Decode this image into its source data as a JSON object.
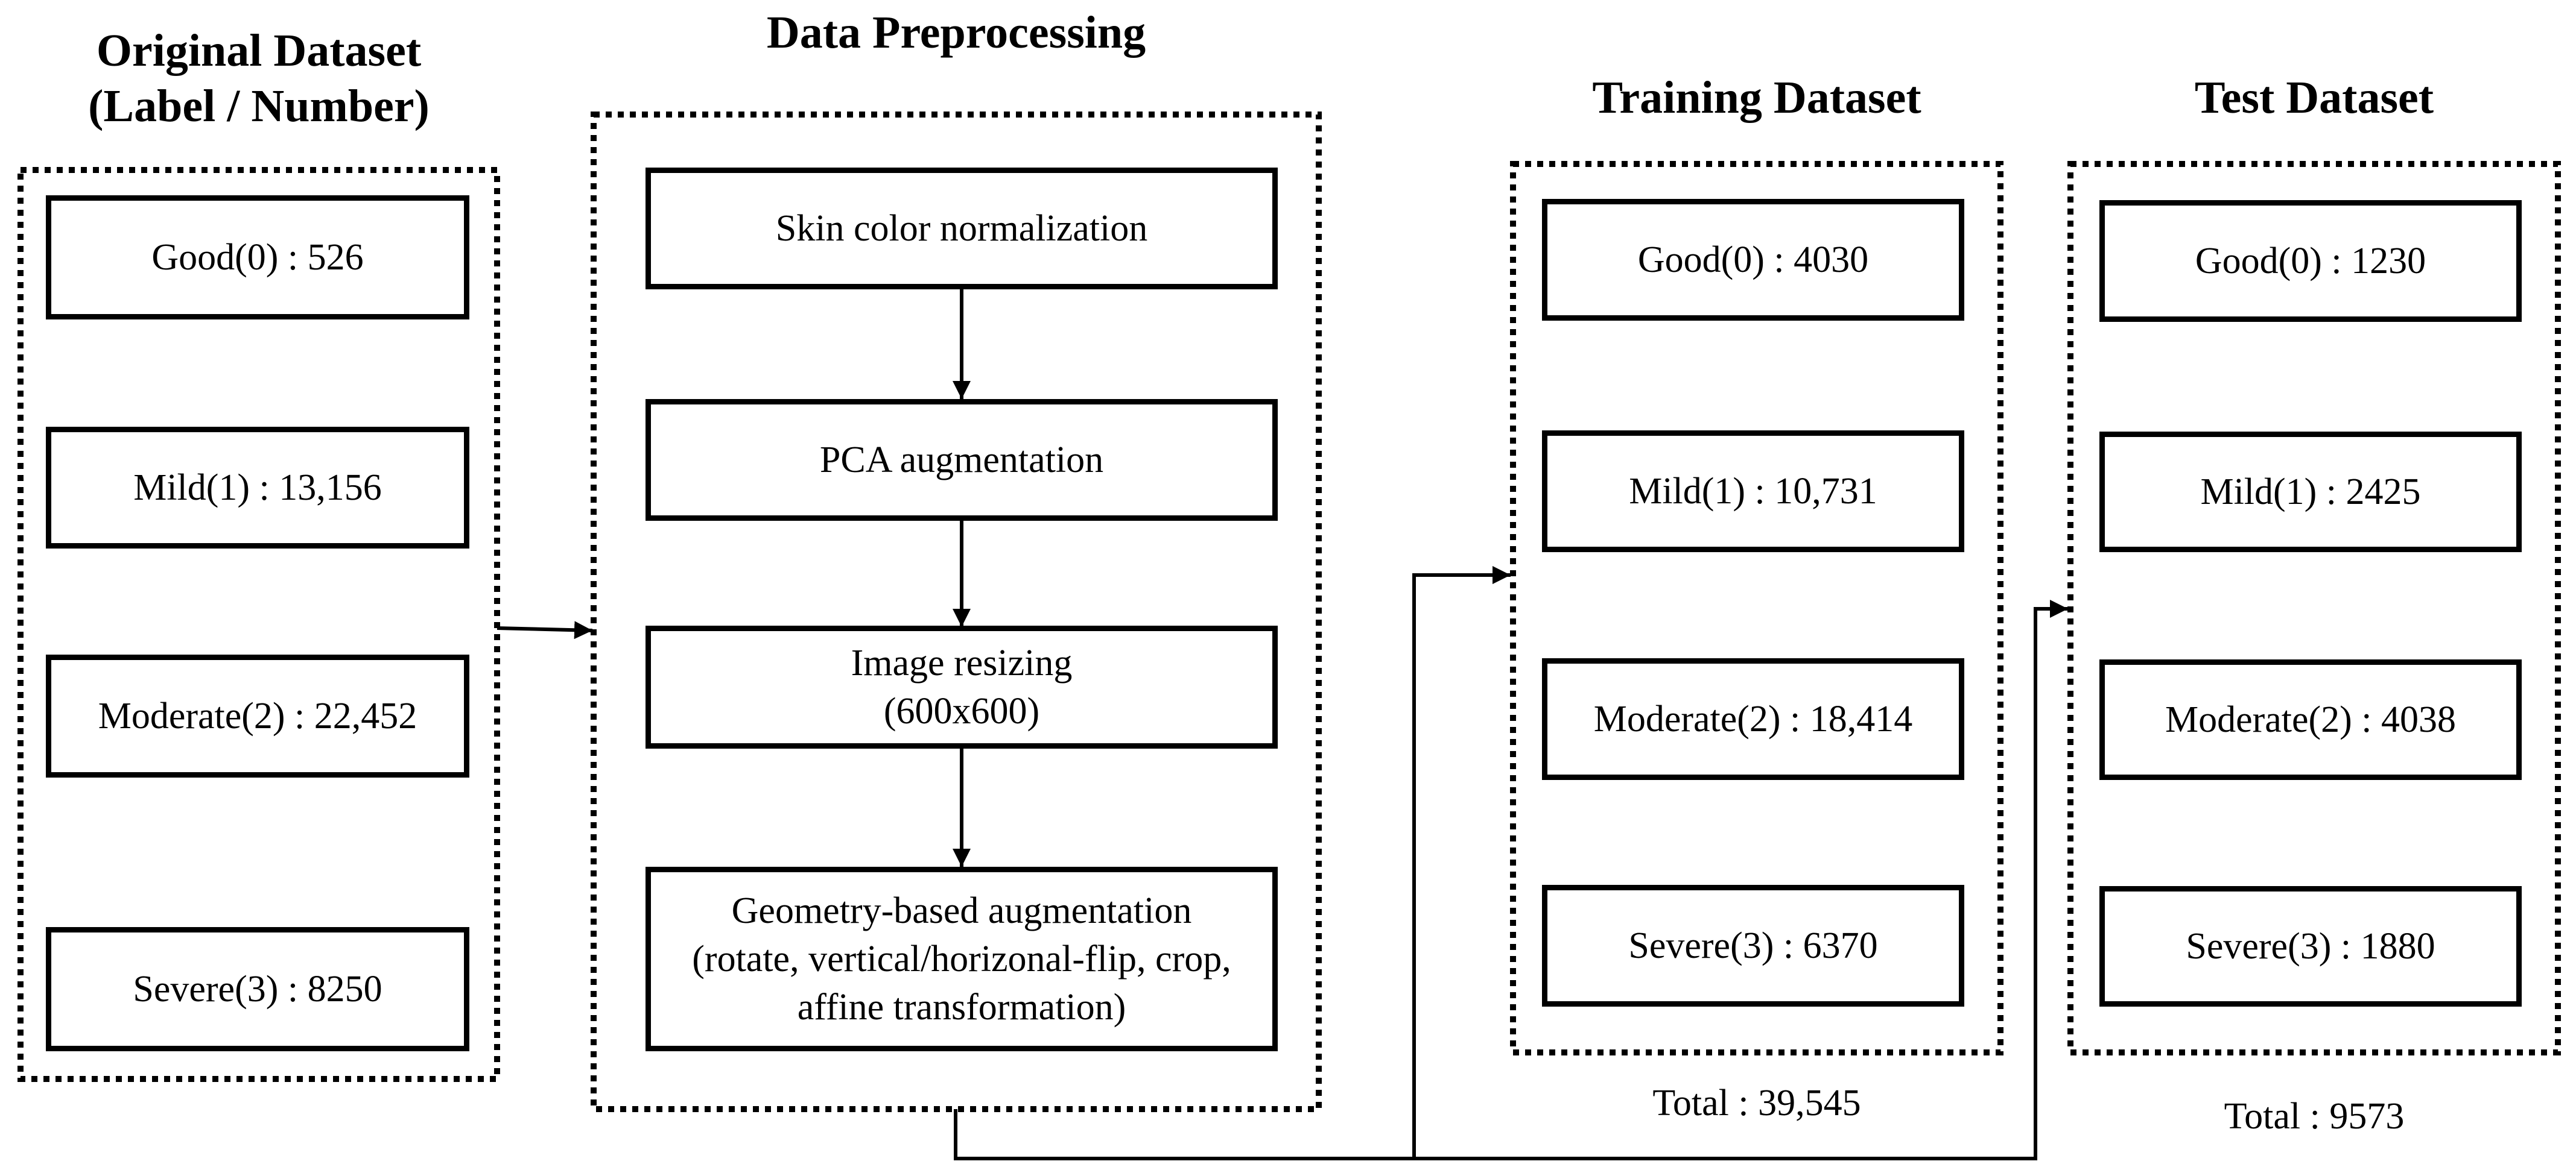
{
  "original": {
    "title_line1": "Original Dataset",
    "title_line2": "(Label / Number)",
    "items": [
      "Good(0) : 526",
      "Mild(1) : 13,156",
      "Moderate(2) : 22,452",
      "Severe(3) : 8250"
    ]
  },
  "preprocessing": {
    "title": "Data Preprocessing",
    "steps": [
      {
        "lines": [
          "Skin color normalization"
        ]
      },
      {
        "lines": [
          "PCA augmentation"
        ]
      },
      {
        "lines": [
          "Image resizing",
          "(600x600)"
        ]
      },
      {
        "lines": [
          "Geometry-based augmentation",
          "(rotate, vertical/horizonal-flip, crop,",
          "affine transformation)"
        ]
      }
    ]
  },
  "training": {
    "title": "Training Dataset",
    "items": [
      "Good(0) : 4030",
      "Mild(1) : 10,731",
      "Moderate(2) : 18,414",
      "Severe(3) : 6370"
    ],
    "total": "Total : 39,545"
  },
  "test": {
    "title": "Test Dataset",
    "items": [
      "Good(0) : 1230",
      "Mild(1) : 2425",
      "Moderate(2) : 4038",
      "Severe(3) : 1880"
    ],
    "total": "Total : 9573"
  }
}
